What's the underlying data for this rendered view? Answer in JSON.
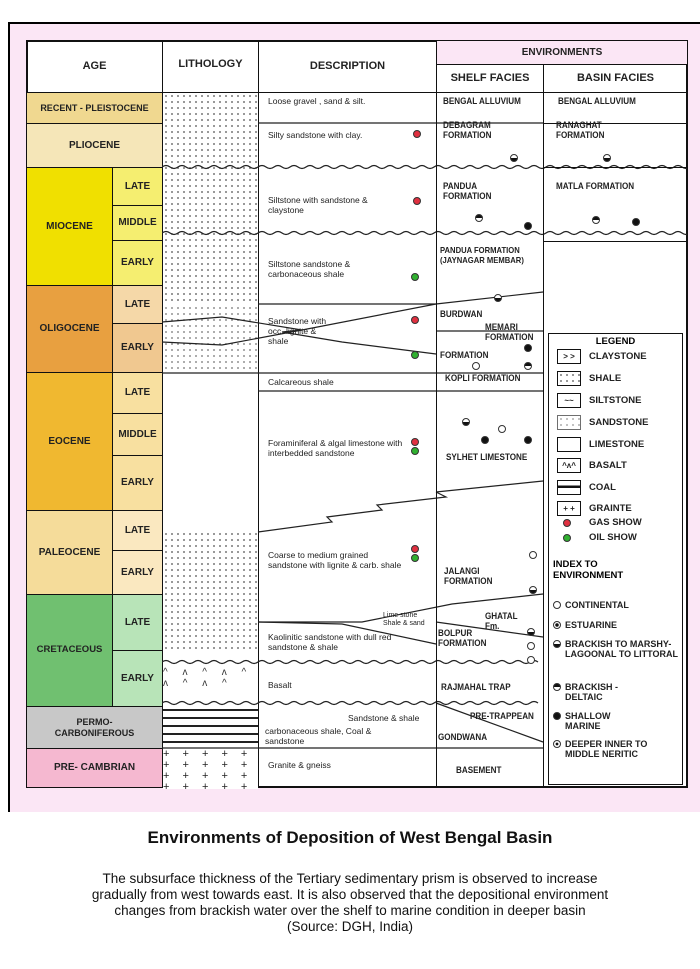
{
  "headers": {
    "age": "AGE",
    "lithology": "LITHOLOGY",
    "description": "DESCRIPTION",
    "environments": "ENVIRONMENTS",
    "shelf": "SHELF FACIES",
    "basin": "BASIN FACIES"
  },
  "ages": {
    "recent": "RECENT - PLEISTOCENE",
    "pliocene": "PLIOCENE",
    "miocene": "MIOCENE",
    "oligocene": "OLIGOCENE",
    "eocene": "EOCENE",
    "paleocene": "PALEOCENE",
    "cretaceous": "CRETACEOUS",
    "permo": "PERMO-CARBONIFEROUS",
    "precambrian": "PRE- CAMBRIAN",
    "late": "LATE",
    "middle": "MIDDLE",
    "early": "EARLY"
  },
  "descriptions": [
    "Loose gravel , sand & silt.",
    "Silty sandstone with clay.",
    "Siltstone with sandstone & claystone",
    "Siltstone sandstone & carbonaceous shale",
    "Sandstone with occ. lignite & shale",
    "Calcareous shale",
    "Foraminiferal & algal limestone with interbedded sandstone",
    "Coarse to medium grained sandstone with lignite & carb. shale",
    "Lime stone Shale & sand",
    "Kaolinitic sandstone with dull red sandstone & shale",
    "Basalt",
    "Sandstone & shale",
    "carbonaceous shale, Coal & sandstone",
    "Granite & gneiss"
  ],
  "shelf": [
    "BENGAL ALLUVIUM",
    "DEBAGRAM FORMATION",
    "PANDUA FORMATION",
    "PANDUA FORMATION (JAYNAGAR MEMBAR)",
    "BURDWAN",
    "MEMARI FORMATION",
    "FORMATION",
    "KOPLI FORMATION",
    "SYLHET LIMESTONE",
    "JALANGI FORMATION",
    "GHATAL Fm.",
    "BOLPUR FORMATION",
    "RAJMAHAL TRAP",
    "PRE-TRAPPEAN",
    "GONDWANA",
    "BASEMENT"
  ],
  "basin": [
    "BENGAL ALLUVIUM",
    "RANAGHAT FORMATION",
    "MATLA FORMATION"
  ],
  "legend": {
    "title": "LEGEND",
    "items": [
      "CLAYSTONE",
      "SHALE",
      "SILTSTONE",
      "SANDSTONE",
      "LIMESTONE",
      "BASALT",
      "COAL",
      "GRAINTE",
      "GAS SHOW",
      "OIL SHOW"
    ],
    "index_title": "INDEX TO ENVIRONMENT",
    "index": [
      "CONTINENTAL",
      "ESTUARINE",
      "BRACKISH TO MARSHY-LAGOONAL TO LITTORAL",
      "BRACKISH - DELTAIC",
      "SHALLOW MARINE",
      "DEEPER INNER TO MIDDLE NERITIC"
    ]
  },
  "colors": {
    "gas": "#e03040",
    "oil": "#30b030",
    "miocene": "#f0e000",
    "oligocene": "#e8a040",
    "eocene": "#f0b830",
    "cretaceous": "#70c070",
    "precambrian": "#f5b8d0"
  },
  "title": "Environments of Deposition of West Bengal Basin",
  "caption": [
    "The subsurface thickness of the Tertiary sedimentary prism is observed to increase",
    "gradually from west towards east. It is also observed that the depositional environment",
    "changes from brackish water over the shelf to marine condition in deeper basin",
    "(Source: DGH, India)"
  ]
}
